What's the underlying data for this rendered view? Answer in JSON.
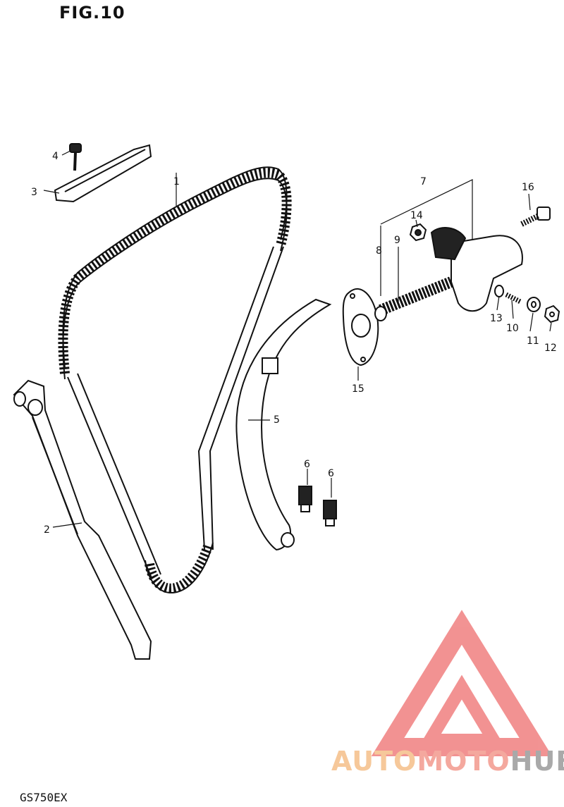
{
  "figure": {
    "title": "FIG.10",
    "model": "GS750EX"
  },
  "watermark": {
    "part1": "AUTO",
    "part2": "MOTO",
    "part3": "HUB",
    "colors": {
      "auto": "#f6c89a",
      "moto": "#f4a89e",
      "hub": "#a9a9a9",
      "logo": "#f08080"
    }
  },
  "callouts": {
    "c1": "1",
    "c2": "2",
    "c3": "3",
    "c4": "4",
    "c5": "5",
    "c6a": "6",
    "c6b": "6",
    "c7": "7",
    "c8": "8",
    "c9": "9",
    "c10": "10",
    "c11": "11",
    "c12": "12",
    "c13": "13",
    "c14": "14",
    "c15": "15",
    "c16": "16"
  }
}
